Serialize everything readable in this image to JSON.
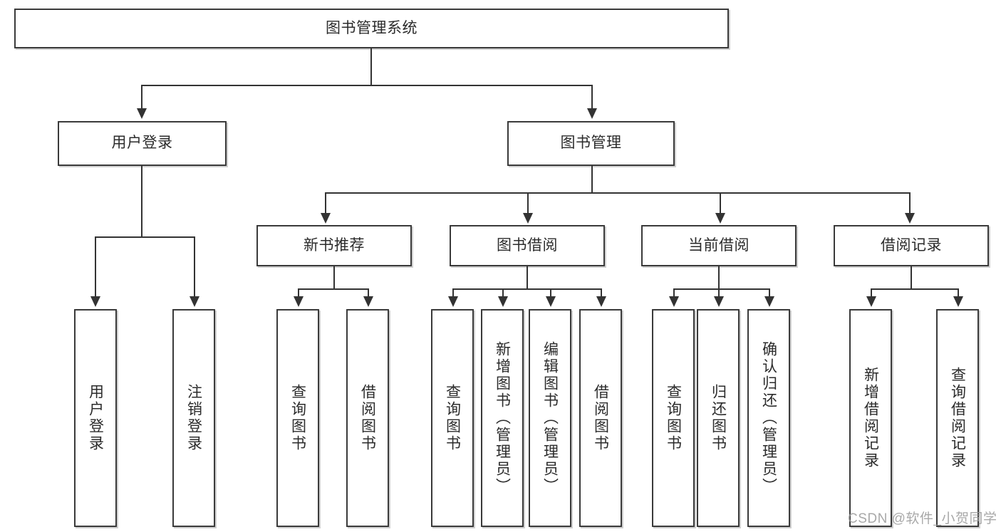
{
  "diagram": {
    "title": "图书管理系统",
    "type": "功能结构图",
    "style": {
      "box_border_color": "#3a3a3a",
      "box_fill_color": "#ffffff",
      "connector_color": "#333333",
      "text_color": "#2b2b2b",
      "background_color": "#ffffff",
      "watermark_color": "#9a9a9a"
    },
    "root": {
      "label": "图书管理系统"
    },
    "level2": [
      {
        "label": "用户登录"
      },
      {
        "label": "图书管理"
      }
    ],
    "level3": [
      {
        "label": "新书推荐"
      },
      {
        "label": "图书借阅"
      },
      {
        "label": "当前借阅"
      },
      {
        "label": "借阅记录"
      }
    ],
    "leaves": {
      "user_login": [
        {
          "label": "用户登录"
        },
        {
          "label": "注销登录"
        }
      ],
      "new_book_recommend": [
        {
          "label": "查询图书"
        },
        {
          "label": "借阅图书"
        }
      ],
      "book_borrow": [
        {
          "label": "查询图书"
        },
        {
          "label": "新增图书（管理员）"
        },
        {
          "label": "编辑图书（管理员）"
        },
        {
          "label": "借阅图书"
        }
      ],
      "current_borrow": [
        {
          "label": "查询图书"
        },
        {
          "label": "归还图书"
        },
        {
          "label": "确认归还（管理员）"
        }
      ],
      "borrow_record": [
        {
          "label": "新增借阅记录"
        },
        {
          "label": "查询借阅记录"
        }
      ]
    }
  },
  "watermark": {
    "text": "CSDN @软件_小贺同学"
  }
}
